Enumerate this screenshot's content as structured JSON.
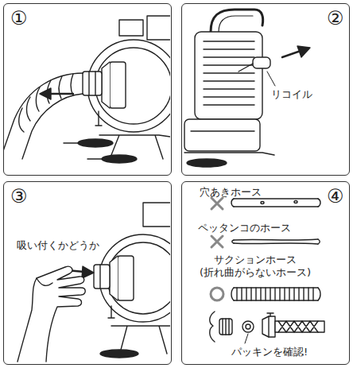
{
  "diagram": {
    "nodes": [
      {
        "text": [
          "①"
        ]
      },
      {
        "text": [
          "②",
          "リコイル"
        ]
      },
      {
        "text": [
          "③",
          "吸い付くかどうか"
        ]
      },
      {
        "text": [
          "④",
          "穴あきホース",
          "ペッタンコのホース",
          "サクションホース (折れ曲がらないホース)",
          "パッキンを確認!"
        ]
      }
    ]
  }
}
